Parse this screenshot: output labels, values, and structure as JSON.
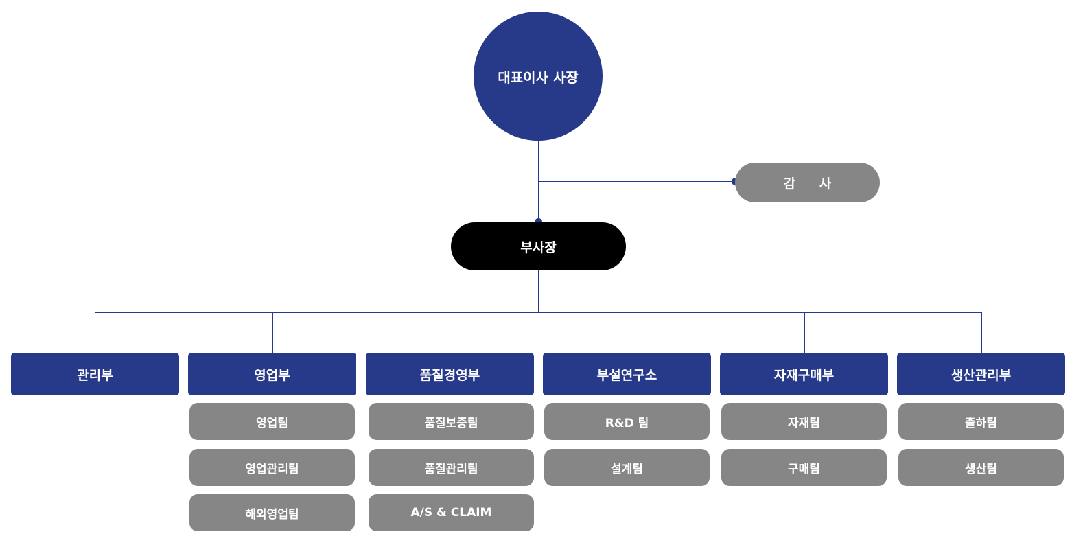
{
  "ceo": "대표이사 사장",
  "auditor": "감 사",
  "vice_president": "부사장",
  "departments": [
    {
      "name": "관리부",
      "teams": []
    },
    {
      "name": "영업부",
      "teams": [
        "영업팀",
        "영업관리팀",
        "해외영업팀"
      ]
    },
    {
      "name": "품질경영부",
      "teams": [
        "품질보증팀",
        "품질관리팀",
        "A/S & CLAIM"
      ]
    },
    {
      "name": "부설연구소",
      "teams": [
        "R&D 팀",
        "설계팀"
      ]
    },
    {
      "name": "자재구매부",
      "teams": [
        "자재팀",
        "구매팀"
      ]
    },
    {
      "name": "생산관리부",
      "teams": [
        "출하팀",
        "생산팀"
      ]
    }
  ],
  "colors": {
    "primary": "#273a8a",
    "vice_president": "#000000",
    "team": "#868686"
  }
}
